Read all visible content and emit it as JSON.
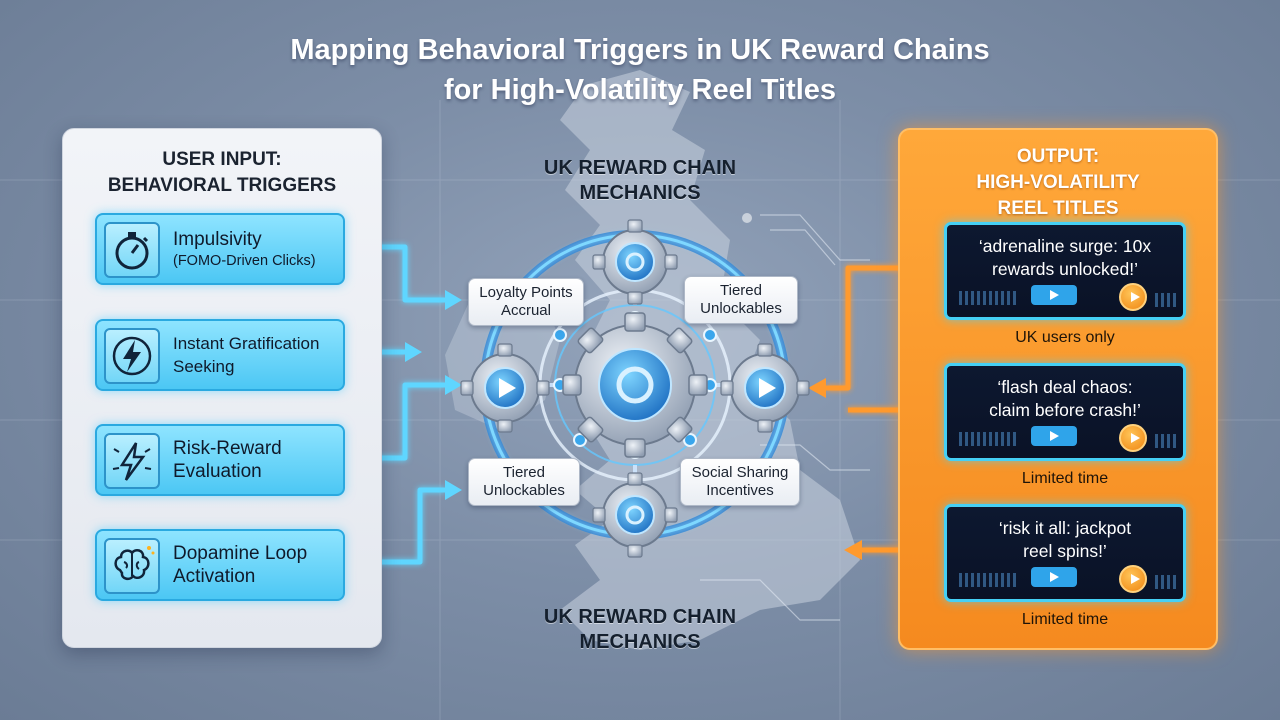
{
  "title": {
    "line1": "Mapping Behavioral Triggers in UK Reward Chains",
    "line2": "for High-Volatility Reel Titles"
  },
  "left_panel": {
    "heading_line1": "USER INPUT:",
    "heading_line2": "BEHAVIORAL TRIGGERS",
    "triggers": [
      {
        "label": "Impulsivity",
        "sublabel": "(FOMO-Driven Clicks)",
        "icon": "stopwatch-icon"
      },
      {
        "label": "Instant Gratification",
        "label2": "Seeking",
        "icon": "lightning-icon"
      },
      {
        "label": "Risk-Reward",
        "label2": "Evaluation",
        "icon": "lightning-spark-icon"
      },
      {
        "label": "Dopamine Loop",
        "label2": "Activation",
        "icon": "brain-icon"
      }
    ]
  },
  "center": {
    "heading_top_line1": "UK REWARD CHAIN",
    "heading_top_line2": "MECHANICS",
    "heading_bottom_line1": "UK REWARD CHAIN",
    "heading_bottom_line2": "MECHANICS",
    "chain_labels": [
      {
        "line1": "Loyalty Points",
        "line2": "Accrual"
      },
      {
        "line1": "Tiered",
        "line2": "Unlockables"
      },
      {
        "line1": "Tiered",
        "line2": "Unlockables"
      },
      {
        "line1": "Social Sharing",
        "line2": "Incentives"
      }
    ]
  },
  "right_panel": {
    "heading_line1": "OUTPUT:",
    "heading_line2": "HIGH-VOLATILITY",
    "heading_line3": "REEL TITLES",
    "reels": [
      {
        "line1": "‘adrenaline surge: 10x",
        "line2": "rewards unlocked!’",
        "caption": "UK users only"
      },
      {
        "line1": "‘flash deal chaos:",
        "line2": "claim before crash!’",
        "caption": "Limited time"
      },
      {
        "line1": "‘risk it all: jackpot",
        "line2": "reel spins!’",
        "caption": "Limited time"
      }
    ]
  },
  "colors": {
    "trigger_fill": "#4cc7f4",
    "output_panel": "#f58a1f",
    "reel_border": "#45d0f5",
    "connector_blue": "#5fd6ff",
    "connector_orange": "#ff9a2e"
  }
}
